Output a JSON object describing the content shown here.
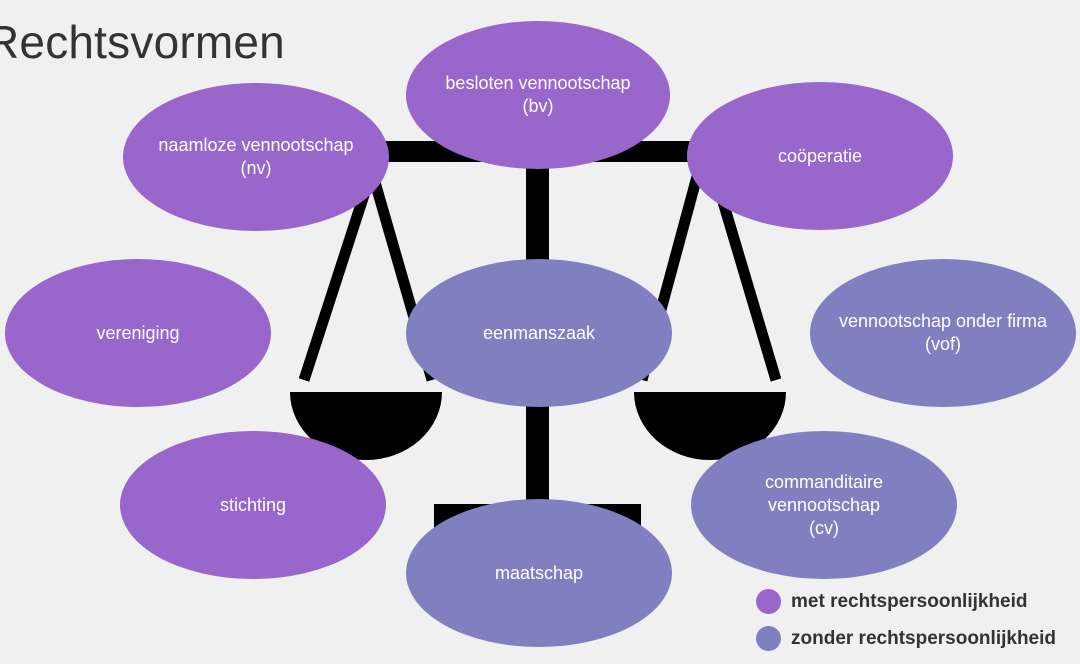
{
  "title": "Rechtsvormen",
  "colors": {
    "met": "#9966cc",
    "zonder": "#8080c0",
    "scale": "#000000",
    "background": "#f0f0f0"
  },
  "nodes": {
    "besloten": {
      "label": "besloten vennootschap\n(bv)",
      "category": "met"
    },
    "naamloze": {
      "label": "naamloze vennootschap\n(nv)",
      "category": "met"
    },
    "cooperatie": {
      "label": "coöperatie",
      "category": "met"
    },
    "vereniging": {
      "label": "vereniging",
      "category": "met"
    },
    "stichting": {
      "label": "stichting",
      "category": "met"
    },
    "eenmanszaak": {
      "label": "eenmanszaak",
      "category": "zonder"
    },
    "vof": {
      "label": "vennootschap onder firma\n(vof)",
      "category": "zonder"
    },
    "cv": {
      "label": "commanditaire\nvennootschap\n(cv)",
      "category": "zonder"
    },
    "maatschap": {
      "label": "maatschap",
      "category": "zonder"
    }
  },
  "legend": {
    "met": "met rechtspersoonlijkheid",
    "zonder": "zonder rechtspersoonlijkheid"
  }
}
